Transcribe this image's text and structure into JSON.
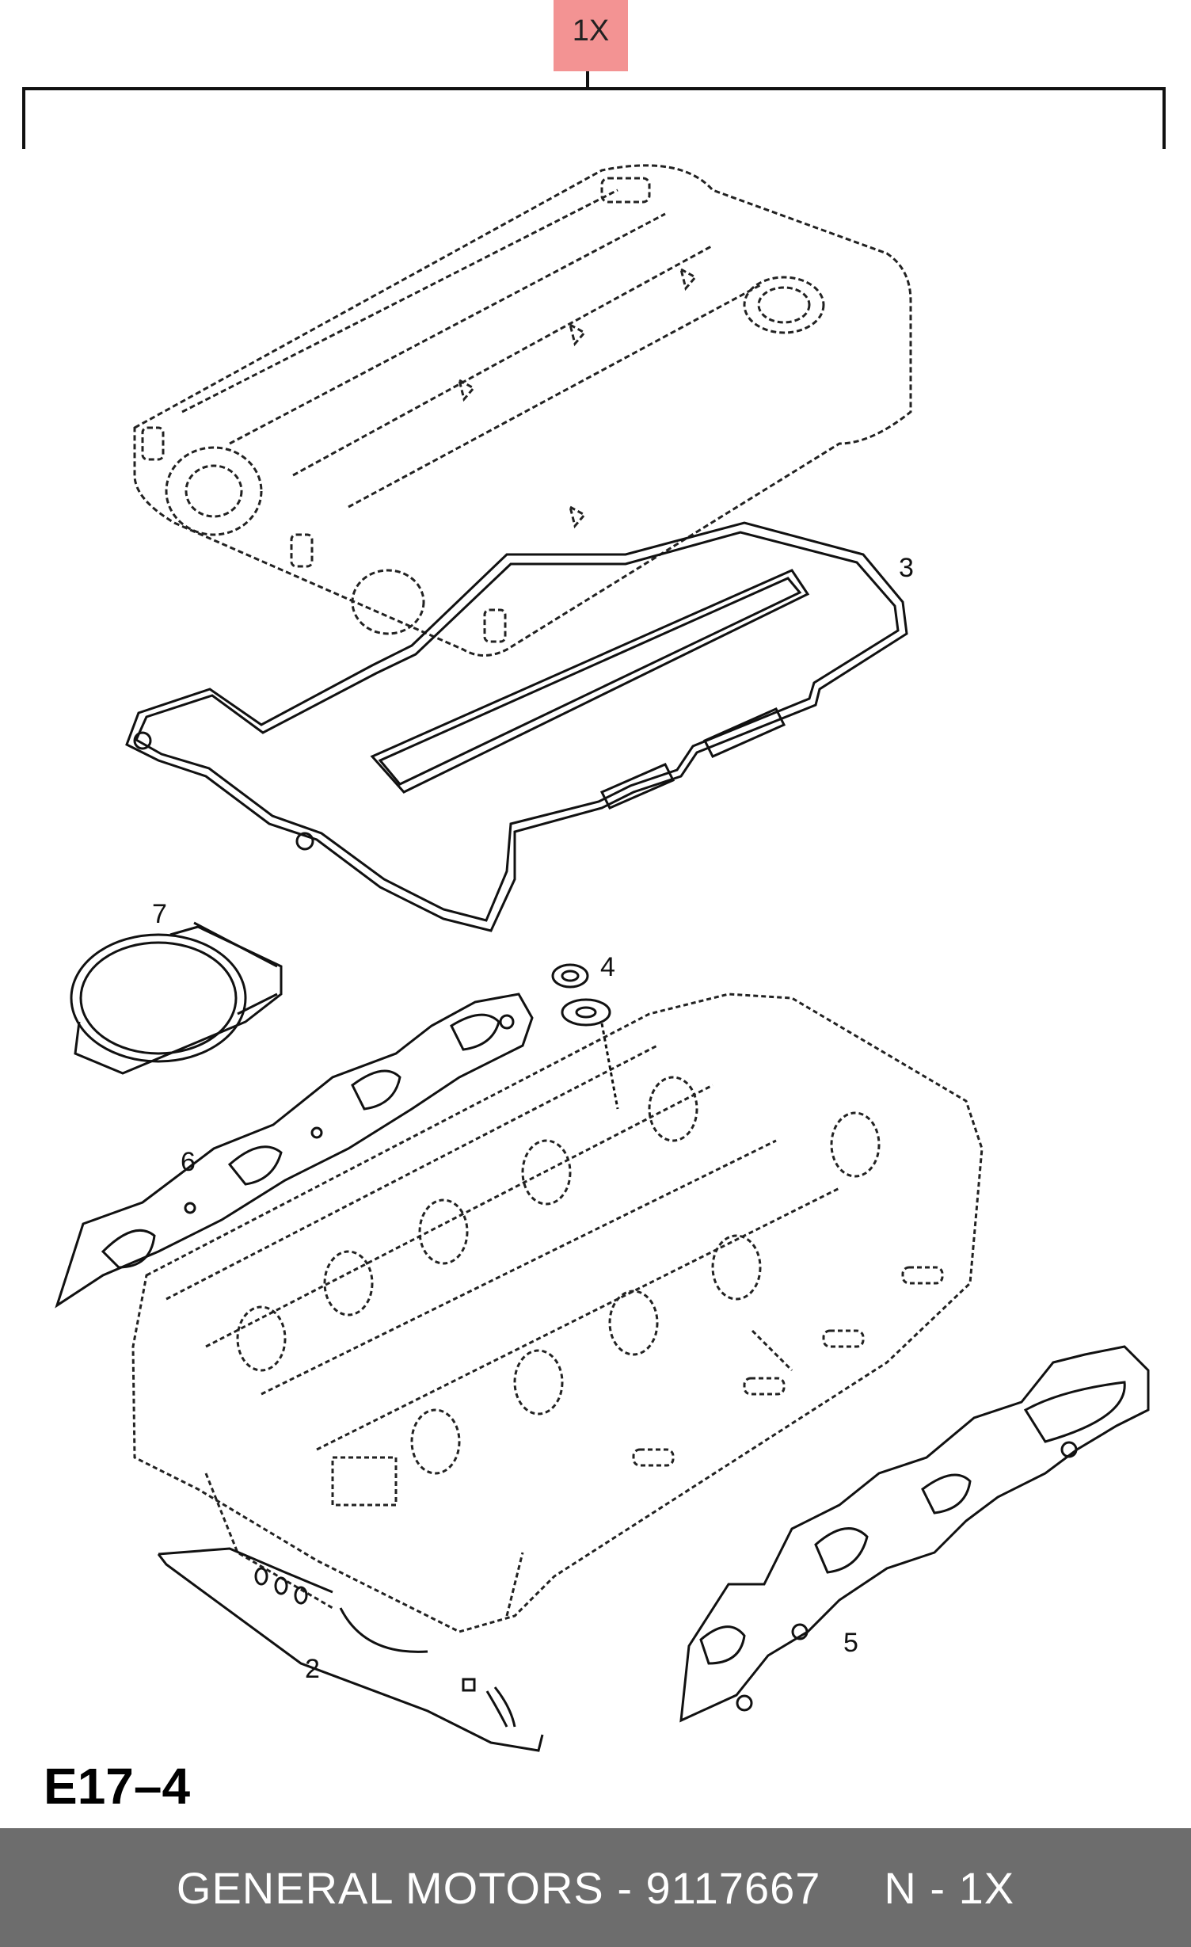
{
  "quantity_tag": "1X",
  "callouts": {
    "p2": "2",
    "p3": "3",
    "p4": "4",
    "p5": "5",
    "p6": "6",
    "p7": "7"
  },
  "diagram_code": "E17–4",
  "footer": {
    "part": "GENERAL MOTORS - 9117667",
    "qty": "N - 1X"
  },
  "colors": {
    "tag_bg": "#f39393",
    "footer_bg": "#6d6d6d",
    "footer_text": "#ffffff",
    "line": "#111111"
  }
}
